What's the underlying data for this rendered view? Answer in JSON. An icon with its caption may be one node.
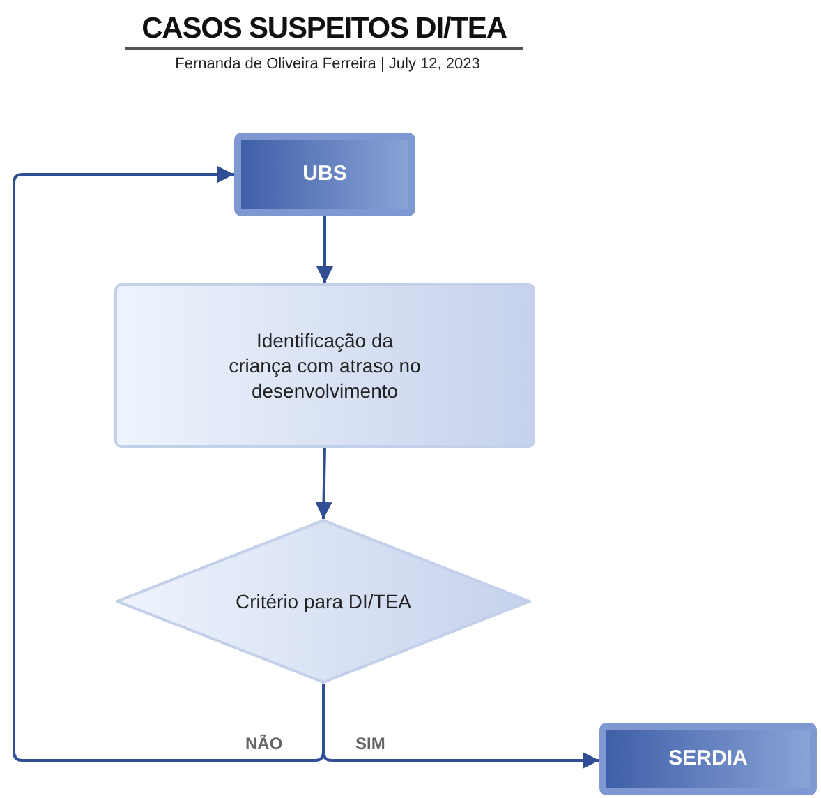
{
  "diagram": {
    "title": "CASOS SUSPEITOS DI/TEA",
    "nodes": [
      {
        "text": [
          "UBS"
        ]
      },
      {
        "text": [
          "Identificação da criança com atraso no desenvolvimento"
        ]
      },
      {
        "text": [
          "Critério para DI/TEA"
        ]
      },
      {
        "text": [
          "SERDIA"
        ]
      }
    ],
    "edges": [
      {
        "from": 0,
        "to": 1,
        "arrow": "to"
      },
      {
        "from": 1,
        "to": 2,
        "arrow": "to"
      },
      {
        "from": 2,
        "to": 0,
        "arrow": "to",
        "label": "NÃO"
      },
      {
        "from": 2,
        "to": 3,
        "arrow": "to",
        "label": "SIM"
      }
    ],
    "labels": [
      "Fernanda de Oliveira Ferreira | July 12, 2023"
    ]
  }
}
